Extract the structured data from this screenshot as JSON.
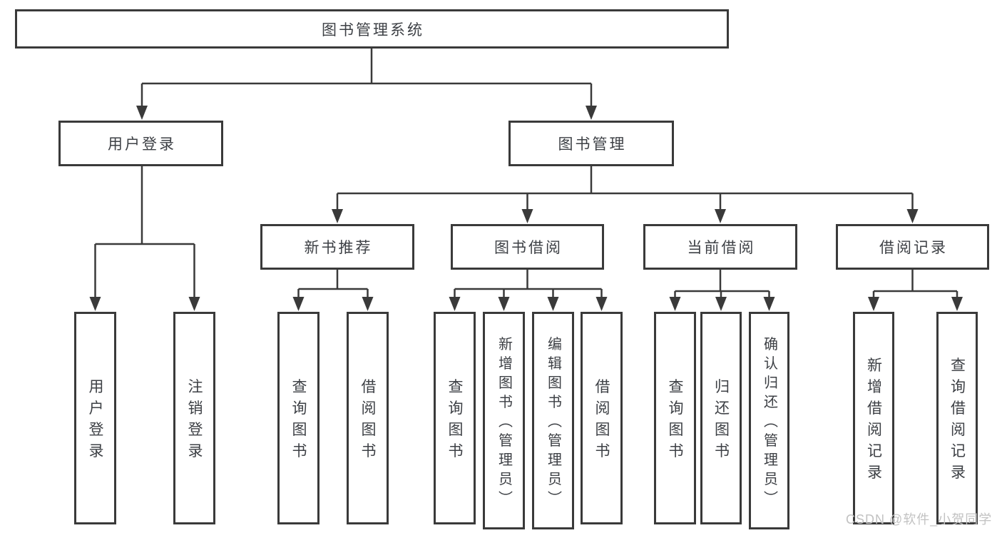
{
  "tree": {
    "label": "图书管理系统",
    "children": [
      {
        "label": "用户登录",
        "children": [
          {
            "label": "用户登录"
          },
          {
            "label": "注销登录"
          }
        ]
      },
      {
        "label": "图书管理",
        "children": [
          {
            "label": "新书推荐",
            "children": [
              {
                "label": "查询图书"
              },
              {
                "label": "借阅图书"
              }
            ]
          },
          {
            "label": "图书借阅",
            "children": [
              {
                "label": "查询图书"
              },
              {
                "label": "新增图书（管理员）"
              },
              {
                "label": "编辑图书（管理员）"
              },
              {
                "label": "借阅图书"
              }
            ]
          },
          {
            "label": "当前借阅",
            "children": [
              {
                "label": "查询图书"
              },
              {
                "label": "归还图书"
              },
              {
                "label": "确认归还（管理员）"
              }
            ]
          },
          {
            "label": "借阅记录",
            "children": [
              {
                "label": "新增借阅记录"
              },
              {
                "label": "查询借阅记录"
              }
            ]
          }
        ]
      }
    ]
  },
  "watermark": {
    "text": "CSDN @软件_小贺同学"
  },
  "colors": {
    "line": "#3a3a3a",
    "text": "#3d4045",
    "watermark": "#c2c2c2",
    "background": "#ffffff"
  }
}
